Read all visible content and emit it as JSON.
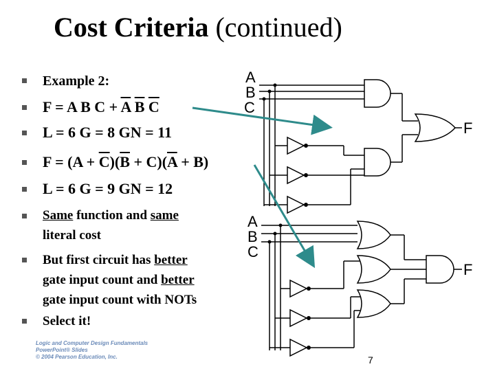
{
  "title": {
    "bold": "Cost Criteria",
    "rest": "(continued)"
  },
  "bullets": {
    "example": "Example 2:",
    "f1_prefix": "F = A B C + ",
    "f1_a": "A",
    "f1_b": "B",
    "f1_c": "C",
    "cost1": "L =  6  G = 8 GN = 11",
    "f2_p1": "F = (A + ",
    "f2_c": "C",
    "f2_p2": ")(",
    "f2_b": "B",
    "f2_p3": " + C)(",
    "f2_a": "A",
    "f2_p4": " + B)",
    "cost2": "L = 6  G = 9 GN = 12",
    "same_1": "Same",
    "same_2": " function and ",
    "same_3": "same",
    "same_4": "literal cost",
    "but_1": "But first circuit has ",
    "but_2": "better",
    "but_3": "gate input count and ",
    "but_4": "better",
    "but_5": "gate input count with NOTs",
    "select": "Select it!"
  },
  "circuit1": {
    "in_a": "A",
    "in_b": "B",
    "in_c": "C",
    "out": "F"
  },
  "circuit2": {
    "in_a": "A",
    "in_b": "B",
    "in_c": "C",
    "out": "F"
  },
  "footer": {
    "line1": "Logic and Computer Design Fundamentals",
    "line2": "PowerPoint® Slides",
    "line3": "© 2004 Pearson Education, Inc."
  },
  "page_number": "7",
  "colors": {
    "arrow": "#2e8b8b",
    "bullet": "#555555",
    "footer": "#6a8ab8"
  }
}
